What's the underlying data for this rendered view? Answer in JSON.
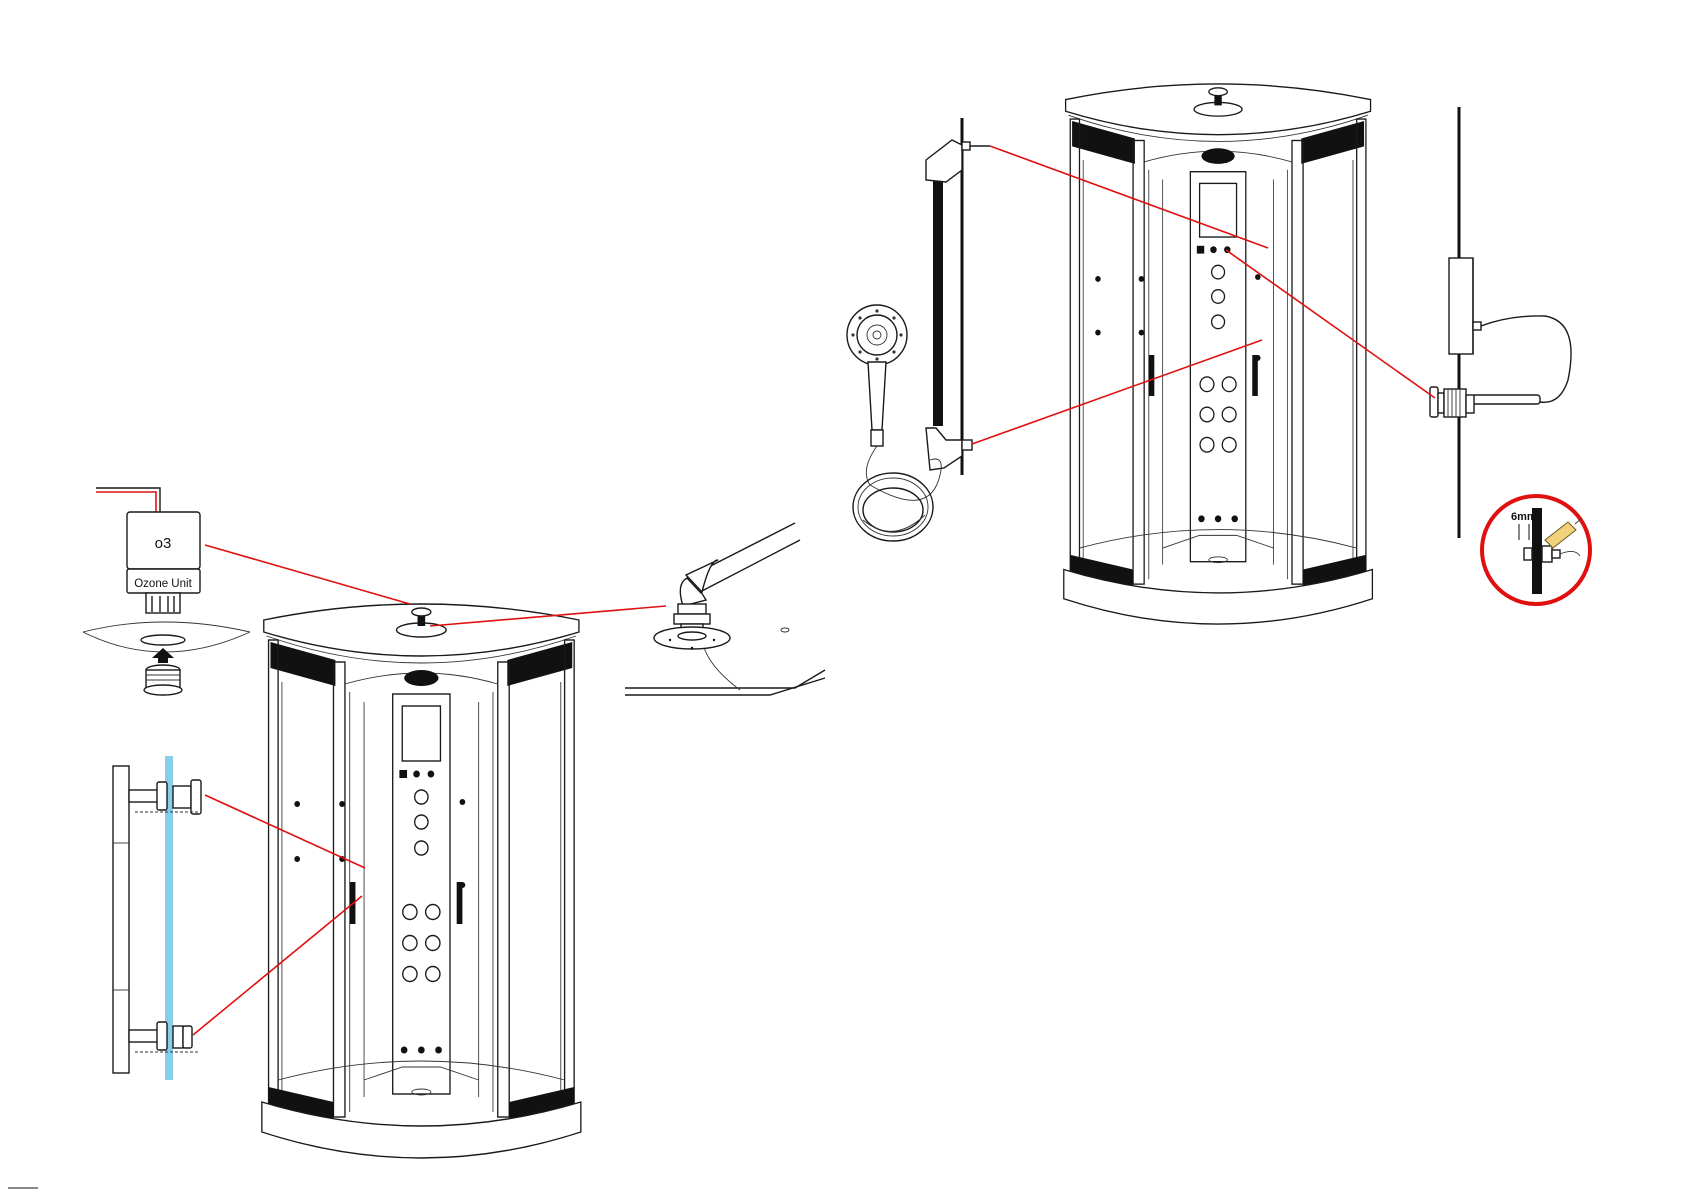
{
  "ozone_unit": {
    "symbol": "o3",
    "label": "Ozone Unit"
  },
  "detail_callout": {
    "dimension": "6mm"
  },
  "colors": {
    "leader_line": "#e01010",
    "glass_panel": "#87ceeb",
    "detail_ring": "#e01010",
    "line_art": "#1a1a1a"
  }
}
